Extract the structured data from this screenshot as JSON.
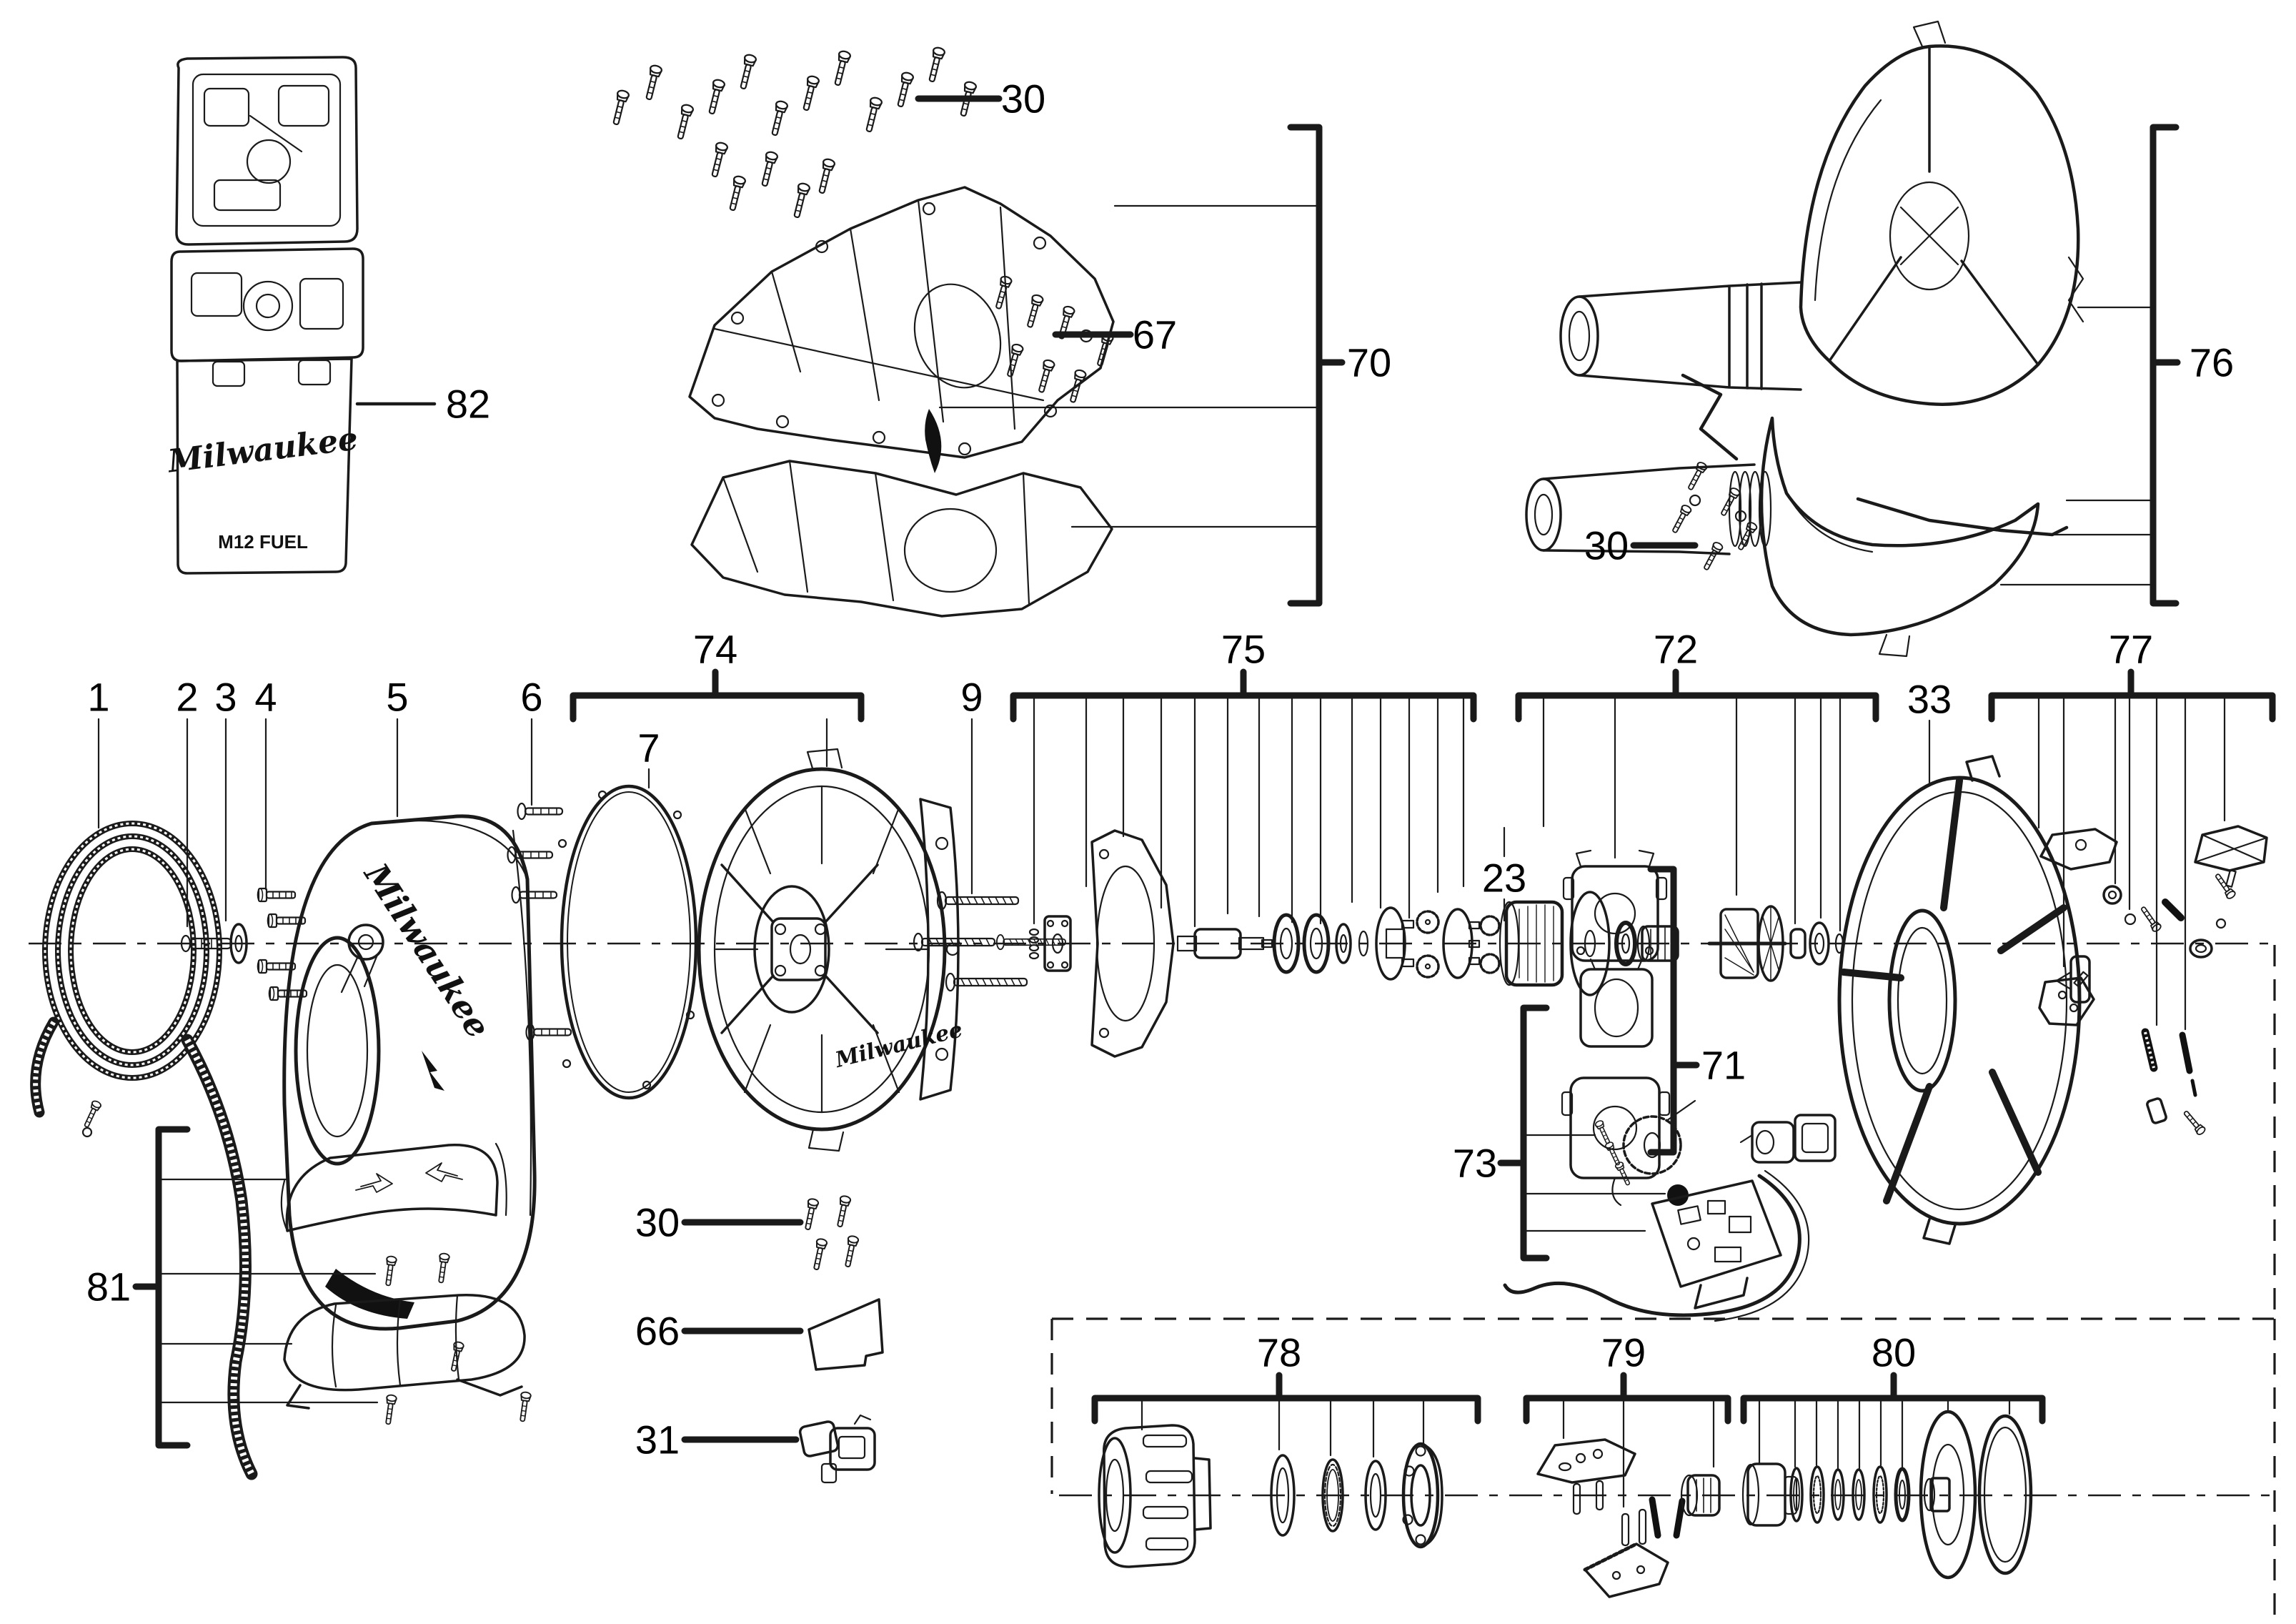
{
  "page": {
    "background": "#ffffff",
    "line_color": "#1a1a1a"
  },
  "callouts": {
    "c1": "1",
    "c2": "2",
    "c3": "3",
    "c4": "4",
    "c5": "5",
    "c6": "6",
    "c7": "7",
    "c9": "9",
    "c23": "23",
    "c30_top": "30",
    "c30_drum": "30",
    "c30_mid": "30",
    "c31": "31",
    "c33": "33",
    "c66": "66",
    "c67": "67",
    "c70": "70",
    "c71": "71",
    "c72": "72",
    "c73": "73",
    "c74": "74",
    "c75": "75",
    "c76": "76",
    "c77": "77",
    "c78": "78",
    "c79": "79",
    "c80": "80",
    "c81": "81",
    "c82": "82"
  },
  "branding": {
    "case_logo": "Milwaukee",
    "case_model": "M12 FUEL",
    "drum_logo": "Milwaukee",
    "housing_logo": "Milwaukee"
  }
}
